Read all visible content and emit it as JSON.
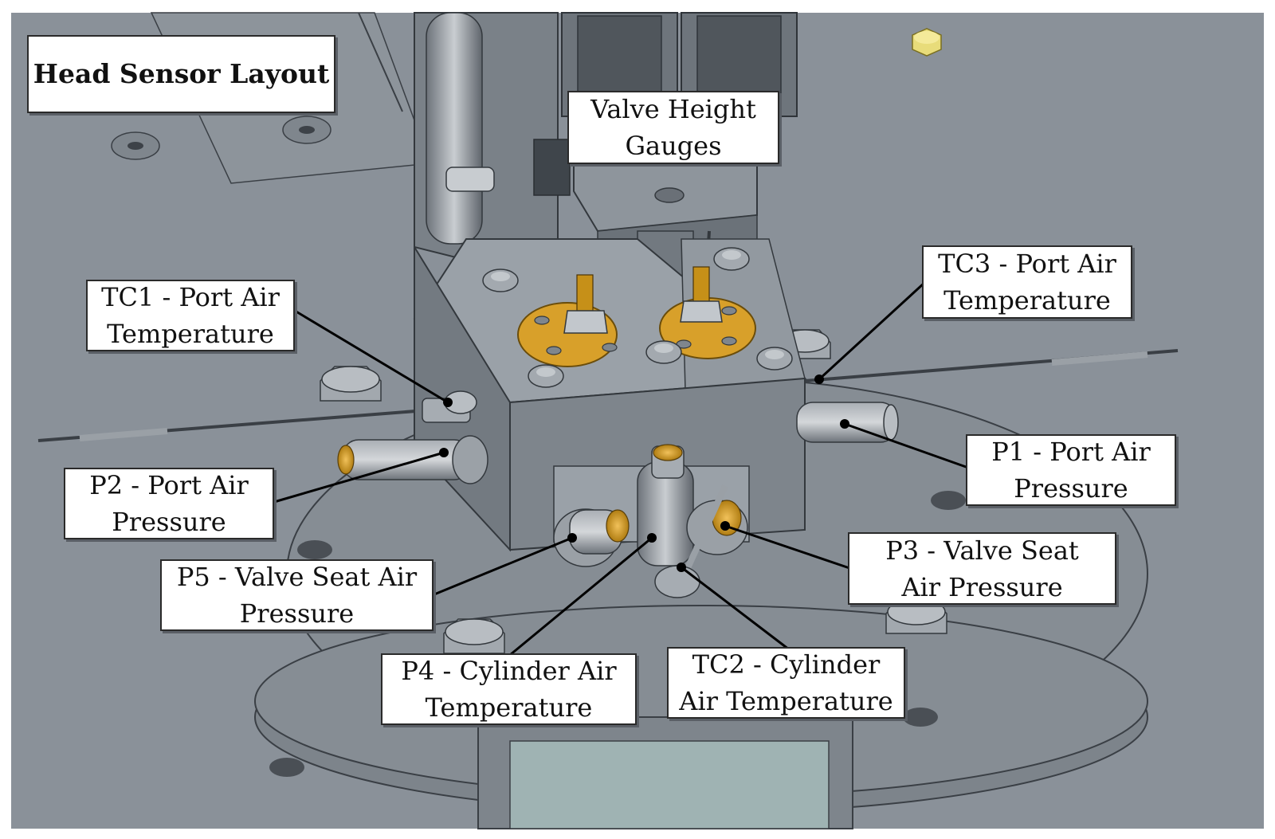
{
  "title": "Head Sensor Layout",
  "labels": {
    "valve_height": "Valve Height\nGauges",
    "tc1": "TC1 - Port Air\nTemperature",
    "tc3": "TC3 - Port Air\nTemperature",
    "p1": "P1 - Port Air\nPressure",
    "p2": "P2 - Port Air\nPressure",
    "p3": "P3 - Valve Seat\nAir Pressure",
    "p5": "P5 - Valve Seat Air\nPressure",
    "p4": "P4 - Cylinder Air\nTemperature",
    "tc2": "TC2 - Cylinder\nAir Temperature"
  },
  "colors": {
    "background": "#8a9199",
    "body": "#7c838b",
    "brass": "#d8a02a",
    "leader": "#000000"
  }
}
